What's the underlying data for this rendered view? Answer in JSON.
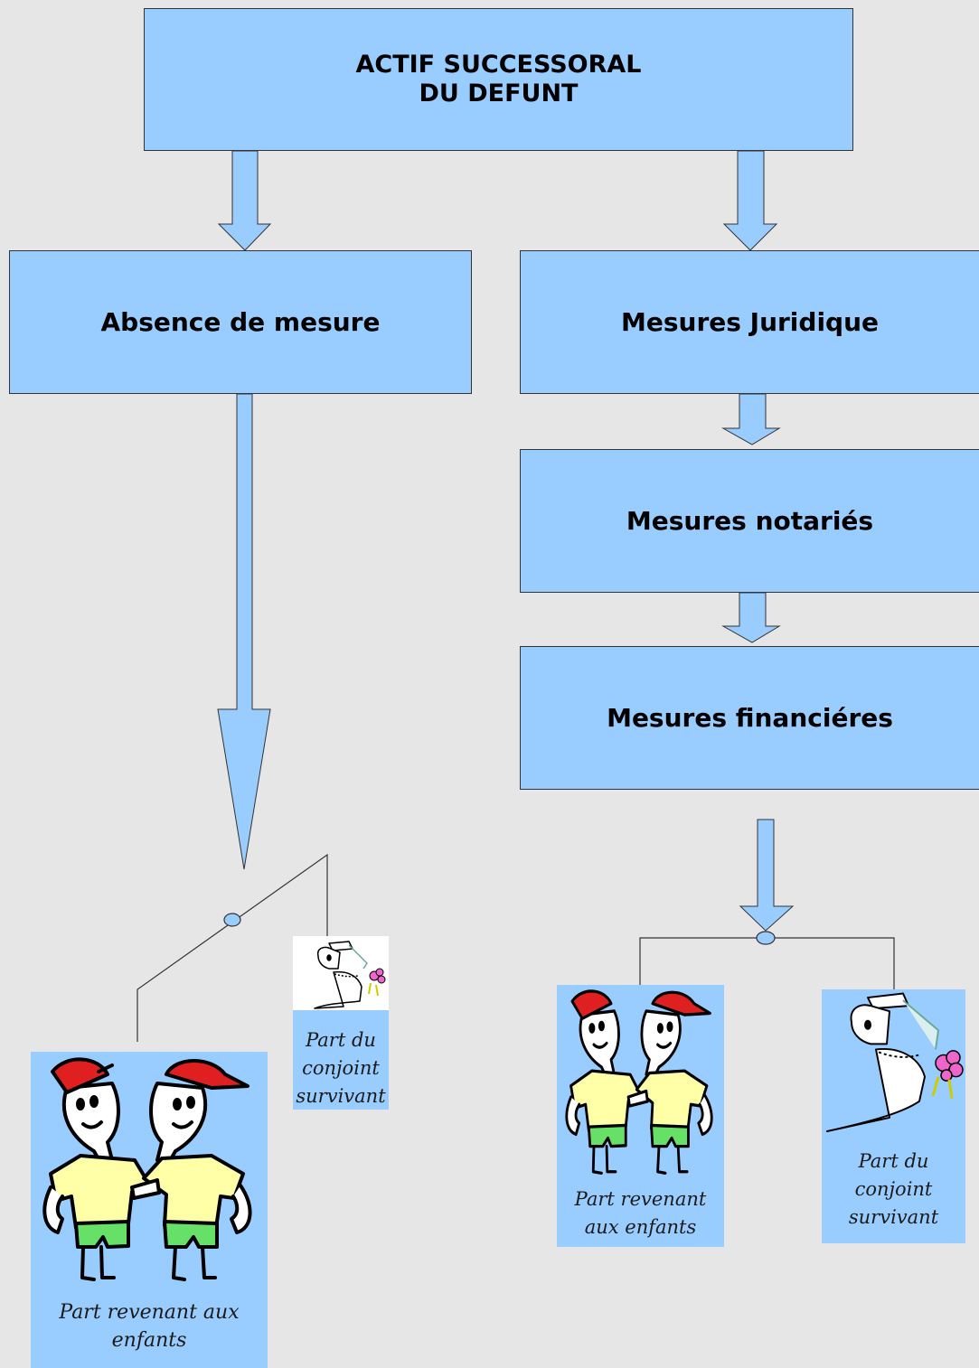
{
  "diagram": {
    "root": {
      "line1": "ACTIF SUCCESSORAL",
      "line2": "DU DEFUNT"
    },
    "left_branch": "Absence de mesure",
    "right_branch": [
      "Mesures Juridique",
      "Mesures notariés",
      "Mesures financiéres"
    ],
    "left_outcomes": {
      "children": {
        "line1": "Part revenant aux",
        "line2": "enfants"
      },
      "spouse": {
        "line1": "Part du",
        "line2": "conjoint",
        "line3": "survivant"
      }
    },
    "right_outcomes": {
      "children": {
        "line1": "Part revenant",
        "line2": "aux enfants"
      },
      "spouse": {
        "line1": "Part du",
        "line2": "conjoint",
        "line3": "survivant"
      }
    }
  },
  "colors": {
    "box_fill": "#99ccff",
    "background": "#e6e6e6",
    "outline": "#333333",
    "cap_red": "#e02020",
    "shirt_yellow": "#ffffa8",
    "shorts_green": "#66e066",
    "bouquet_pink": "#ee66cc"
  },
  "icons": [
    "boys-clipart-icon",
    "bride-clipart-icon"
  ]
}
